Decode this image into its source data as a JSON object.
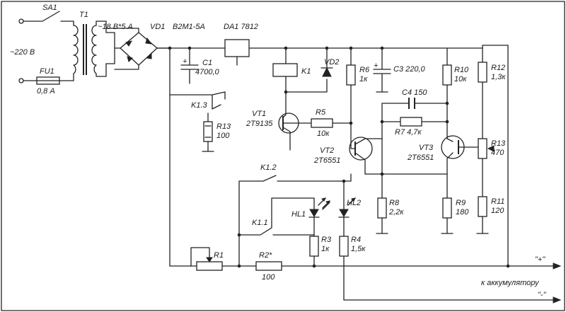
{
  "components": {
    "sa1": "SA1",
    "t1": "T1",
    "mains": "~220 В",
    "fu1": "FU1",
    "fu1_value": "0,8 А",
    "secondary": "~18 В*5 А",
    "vd1": "VD1",
    "vd1_type": "В2М1-5А",
    "da1": "DA1 7812",
    "c1": "C1",
    "c1_value": "4700,0",
    "k1": "K1",
    "vd2": "VD2",
    "k1_3": "K1.3",
    "r13a": "R13",
    "r13a_value": "100",
    "vt1": "VT1",
    "vt1_type": "2Т9135",
    "r5": "R5",
    "r5_value": "10к",
    "r6": "R6",
    "r6_value": "1к",
    "c3_label": "C3  220,0",
    "r10": "R10",
    "r10_value": "10к",
    "r12": "R12",
    "r12_value": "1,3к",
    "c4_label": "C4 150",
    "r7_label": "R7   4,7к",
    "vt2": "VT2",
    "vt2_type": "2Т6551",
    "vt3": "VT3",
    "vt3_type": "2Т6551",
    "r13b": "R13",
    "r13b_value": "470",
    "k1_2": "K1.2",
    "k1_1": "K1.1",
    "hl1": "HL1",
    "hl2": "HL2",
    "r8": "R8",
    "r8_value": "2,2к",
    "r9": "R9",
    "r9_value": "180",
    "r11": "R11",
    "r11_value": "120",
    "r3": "R3",
    "r3_value": "1к",
    "r4": "R4",
    "r4_value": "1,5к",
    "r1": "R1",
    "r2": "R2*",
    "r2_value": "100"
  },
  "terminals": {
    "plus": "\"+\"",
    "minus": "\"-\"",
    "battery": "к аккумулятору"
  }
}
